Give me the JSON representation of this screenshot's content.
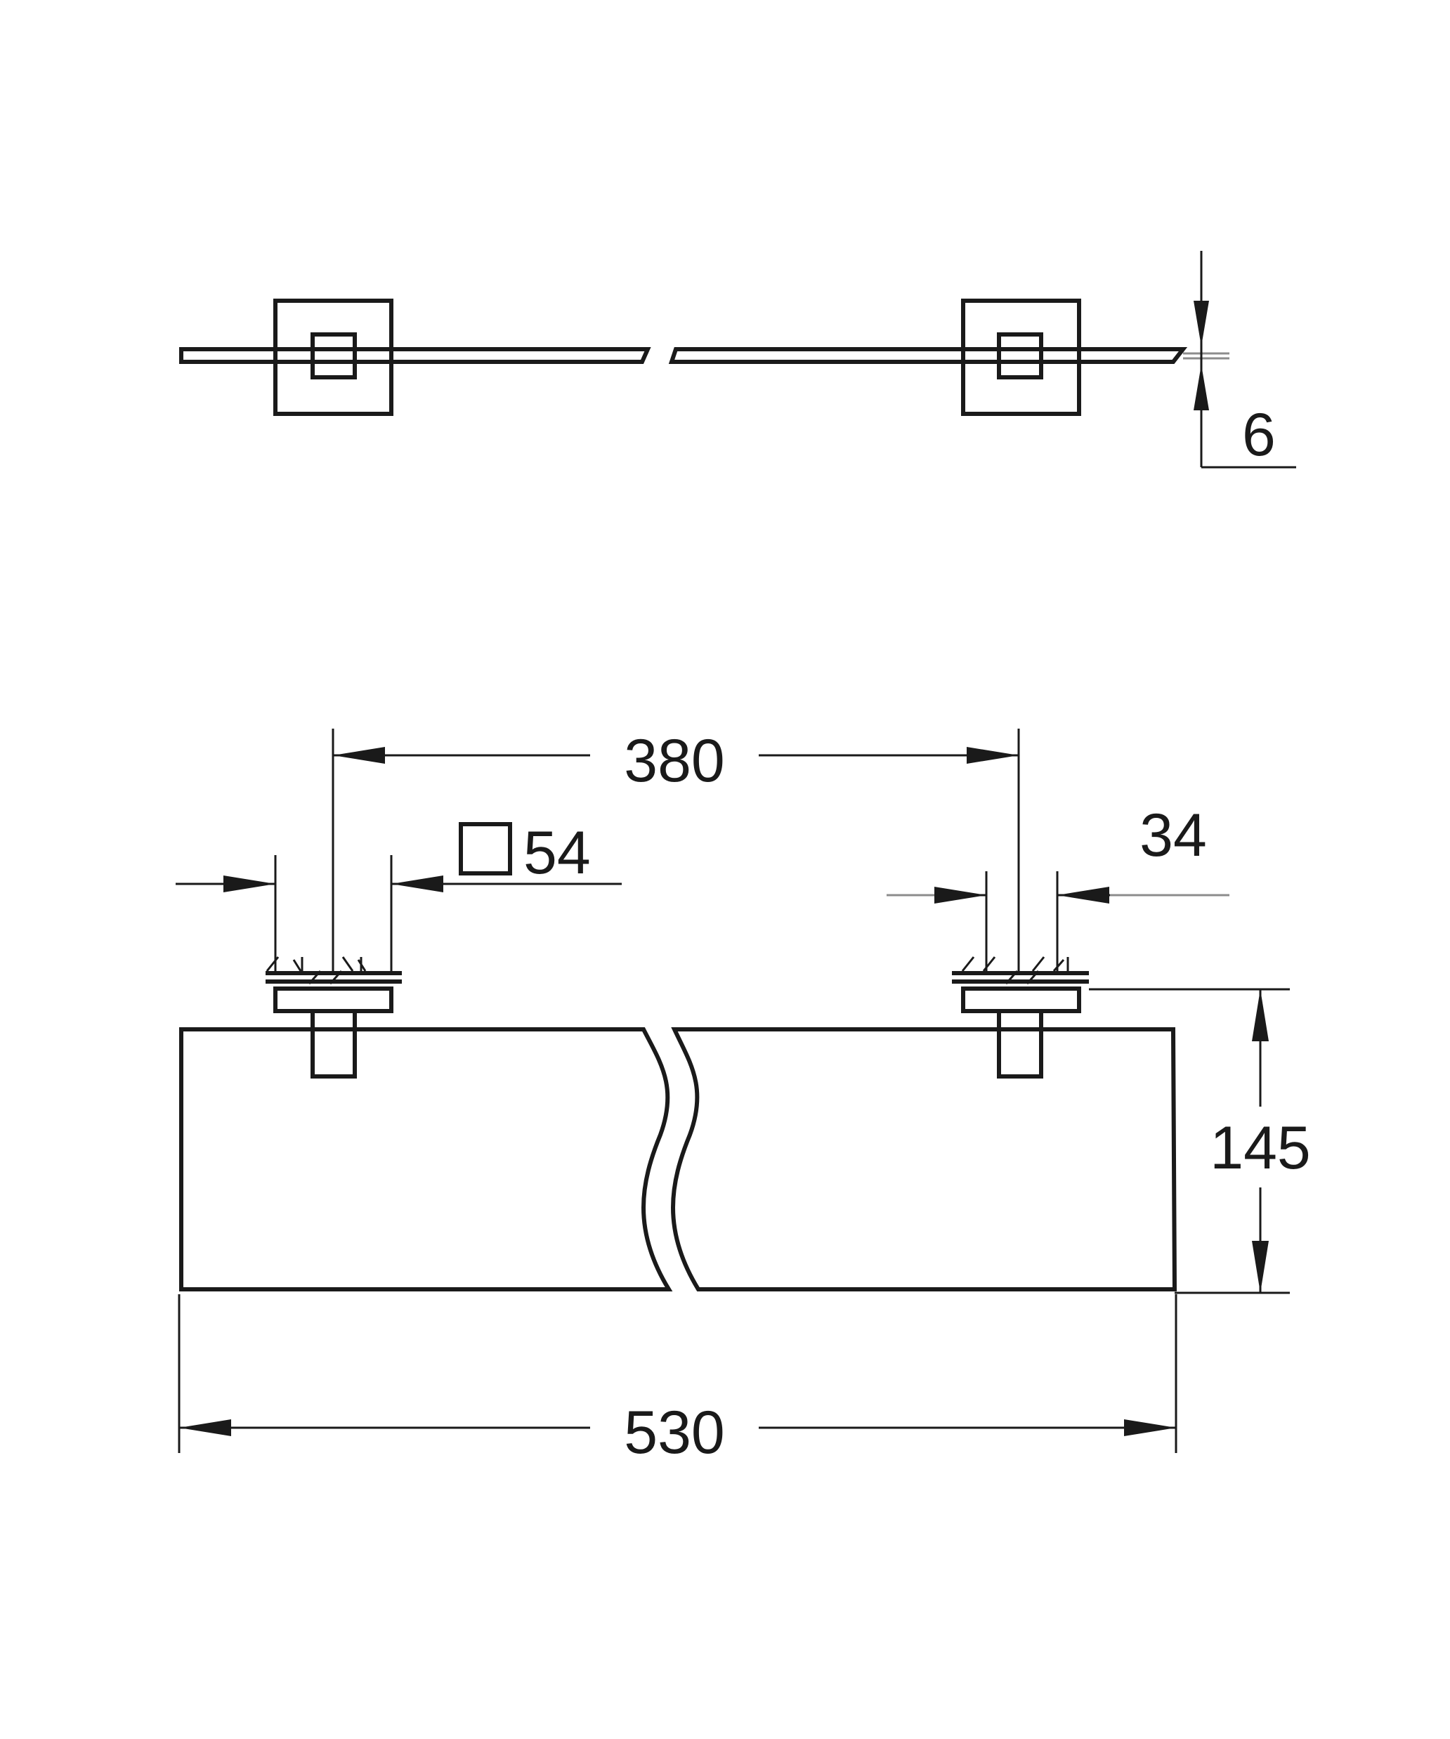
{
  "dimensions": {
    "thickness": "6",
    "mount_spacing": "380",
    "rosette_size": "54",
    "mount_width": "34",
    "depth": "145",
    "length": "530"
  },
  "colors": {
    "line": "#1a1a1a",
    "light": "#8c8c8c",
    "background": "#ffffff"
  },
  "icons": {
    "rosette_symbol": "square-outline-icon"
  }
}
